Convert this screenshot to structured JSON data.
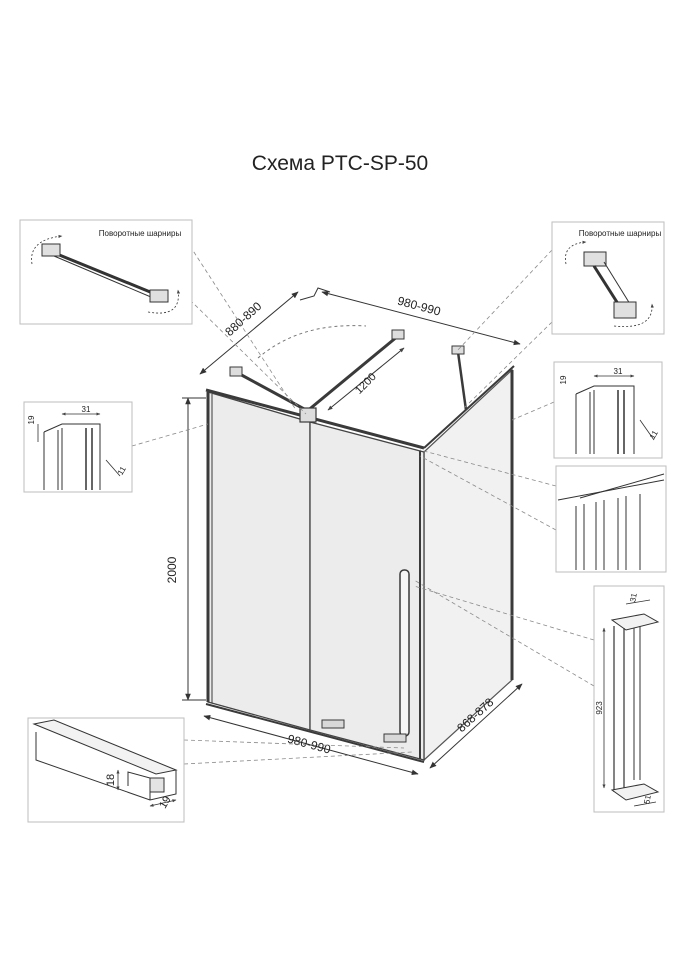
{
  "title": "Схема PTC-SP-50",
  "hinge_caption_left": "Поворотные шарниры",
  "hinge_caption_right": "Поворотные шарниры",
  "dimensions": {
    "depth_top": "880-890",
    "width_top": "980-990",
    "brace_length": "1200",
    "height": "2000",
    "width_bottom": "980-990",
    "depth_bottom": "868-878"
  },
  "profile_left": {
    "w": "31",
    "h": "19",
    "d": "11"
  },
  "profile_right": {
    "w": "31",
    "h": "19",
    "d": "11"
  },
  "handle": {
    "top": "31",
    "length": "923",
    "bottom": "51"
  },
  "rail": {
    "h": "18",
    "w": "19"
  },
  "colors": {
    "line": "#3a3a3a",
    "glass": "#e6e6e6",
    "leader": "#8a8a8a",
    "frame_border": "#bdbdbd"
  }
}
